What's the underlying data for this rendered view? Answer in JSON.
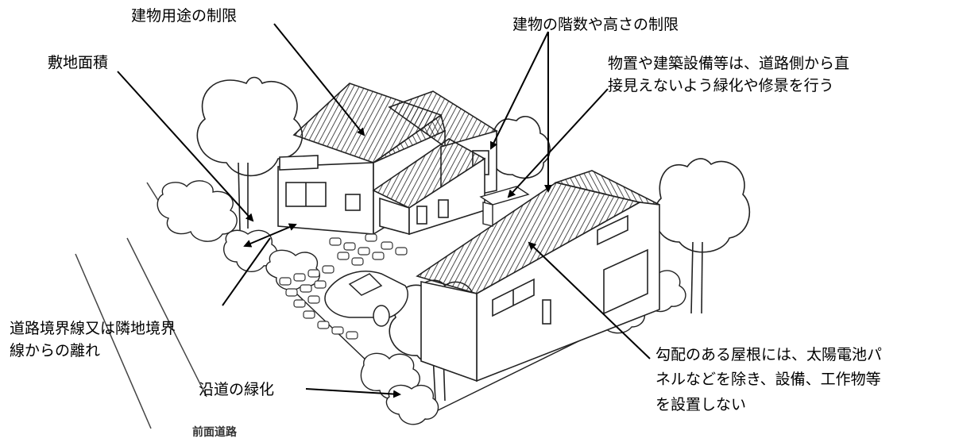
{
  "labels": {
    "building_use": "建物用途の制限",
    "floors_height": "建物の階数や高さの制限",
    "site_area": "敷地面積",
    "screening_1": "物置や建築設備等は、道路側から直",
    "screening_2": "接見えないよう緑化や修景を行う",
    "setback_1": "道路境界線又は隣地境界",
    "setback_2": "線からの離れ",
    "roof_1": "勾配のある屋根には、太陽電池パ",
    "roof_2": "ネルなどを除き、設備、工作物等",
    "roof_3": "を設置しない",
    "roadside_greening": "沿道の緑化",
    "front_road": "前面道路"
  },
  "colors": {
    "ink": "#000000",
    "sketch": "#222222",
    "paper": "#ffffff"
  }
}
